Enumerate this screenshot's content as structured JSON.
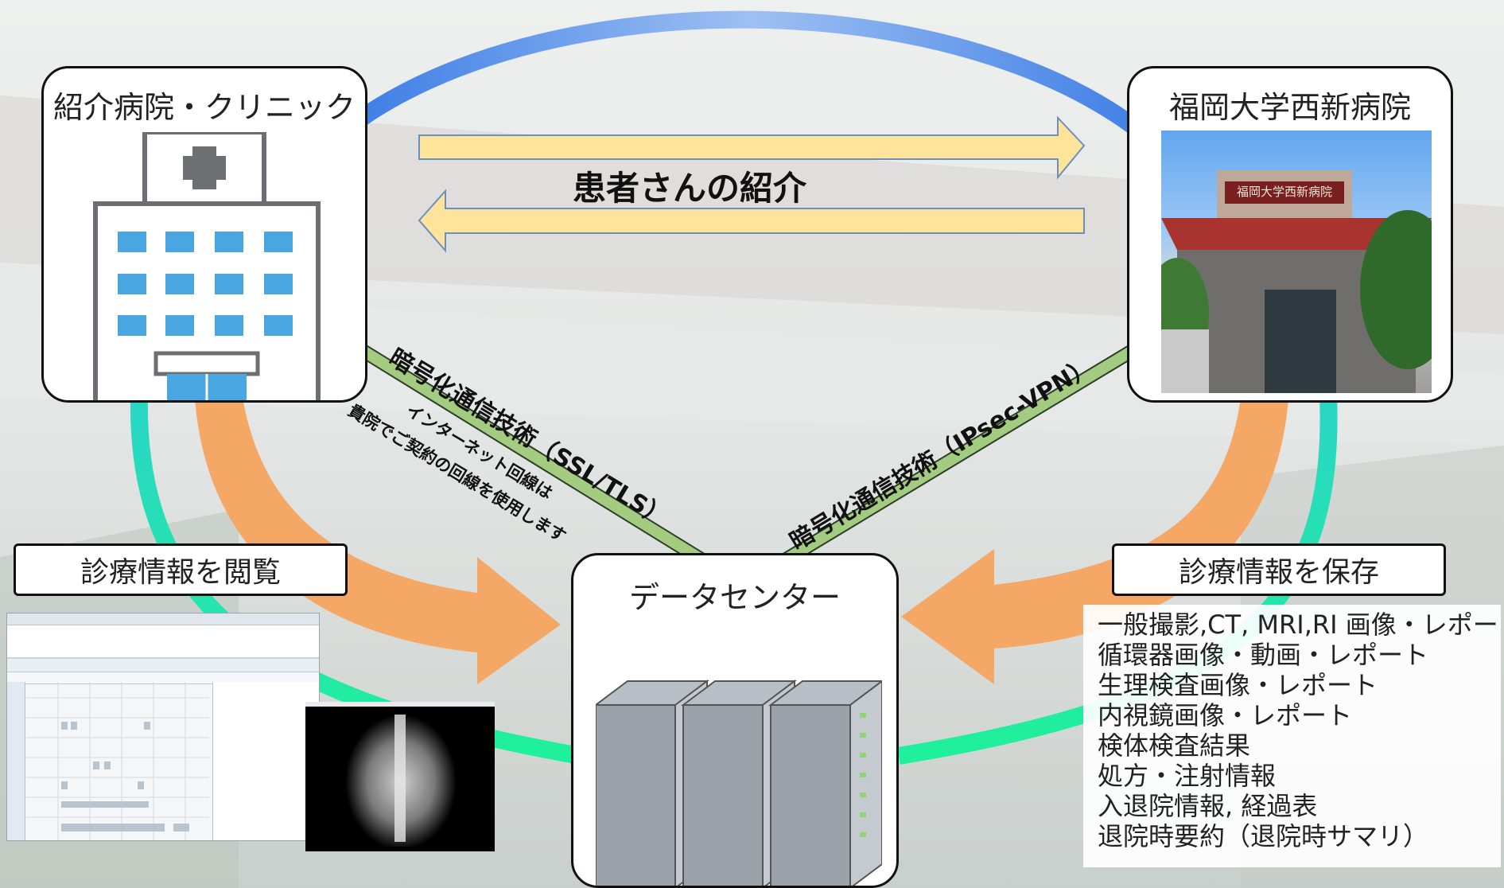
{
  "referring_hospital": {
    "title": "紹介病院・クリニック"
  },
  "university_hospital": {
    "title": "福岡大学西新病院",
    "sign_text": "福岡大学西新病院"
  },
  "data_center": {
    "title": "データセンター"
  },
  "patient_referral": {
    "label": "患者さんの紹介"
  },
  "left_link": {
    "label": "暗号化通信技術（SSL/TLS）",
    "note_line1": "インターネット回線は",
    "note_line2": "貴院でご契約の回線を使用します"
  },
  "right_link": {
    "label": "暗号化通信技術（IPsec-VPN）"
  },
  "view_records": {
    "label": "診療情報を閲覧"
  },
  "save_records": {
    "label": "診療情報を保存"
  },
  "stored_items": [
    "一般撮影,CT, MRI,RI 画像・レポート",
    "循環器画像・動画・レポート",
    "生理検査画像・レポート",
    "内視鏡画像・レポート",
    "検体検査結果",
    "処方・注射情報",
    "入退院情報, 経過表",
    "退院時要約（退院時サマリ）"
  ],
  "colors": {
    "blue_ring": "#5b8fe8",
    "green_ring": "#21e6a6",
    "yellow_arrow": "#fde49a",
    "orange_arrow": "#f5a765",
    "link_green": "#9fc77c",
    "hospital_blue": "#4aa6e0"
  }
}
